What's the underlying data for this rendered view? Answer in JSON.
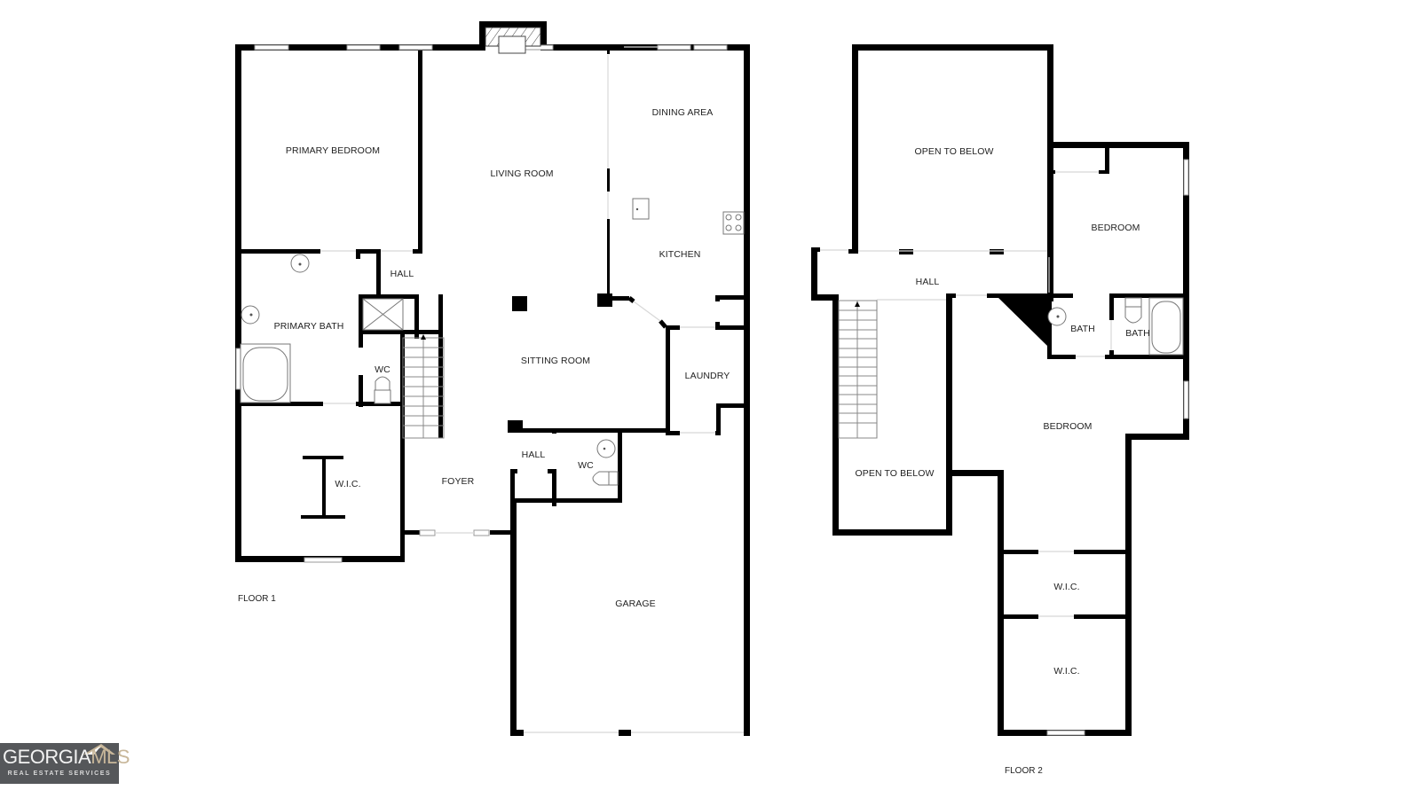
{
  "floor_1": {
    "label": "FLOOR 1",
    "rooms": {
      "primary_bedroom": "PRIMARY BEDROOM",
      "living_room": "LIVING ROOM",
      "dining_area": "DINING AREA",
      "kitchen": "KITCHEN",
      "hall_upper": "HALL",
      "primary_bath": "PRIMARY BATH",
      "wc_upper": "WC",
      "sitting_room": "SITTING ROOM",
      "laundry": "LAUNDRY",
      "hall_lower": "HALL",
      "wc_lower": "WC",
      "wic": "W.I.C.",
      "foyer": "FOYER",
      "garage": "GARAGE"
    }
  },
  "floor_2": {
    "label": "FLOOR 2",
    "rooms": {
      "open_to_below_top": "OPEN TO BELOW",
      "bedroom_top": "BEDROOM",
      "hall": "HALL",
      "bath_left": "BATH",
      "bath_right": "BATH",
      "bedroom_main": "BEDROOM",
      "open_to_below_bottom": "OPEN TO BELOW",
      "wic_upper": "W.I.C.",
      "wic_lower": "W.I.C."
    }
  },
  "logo": {
    "brand_part1": "GEORGIA",
    "brand_part2": "MLS",
    "tagline": "REAL ESTATE SERVICES",
    "colors": {
      "background": "#55575a",
      "accent": "#c8b79a"
    }
  },
  "colors": {
    "wall": "#000000",
    "background": "#ffffff",
    "window": "#9a9a9a"
  }
}
